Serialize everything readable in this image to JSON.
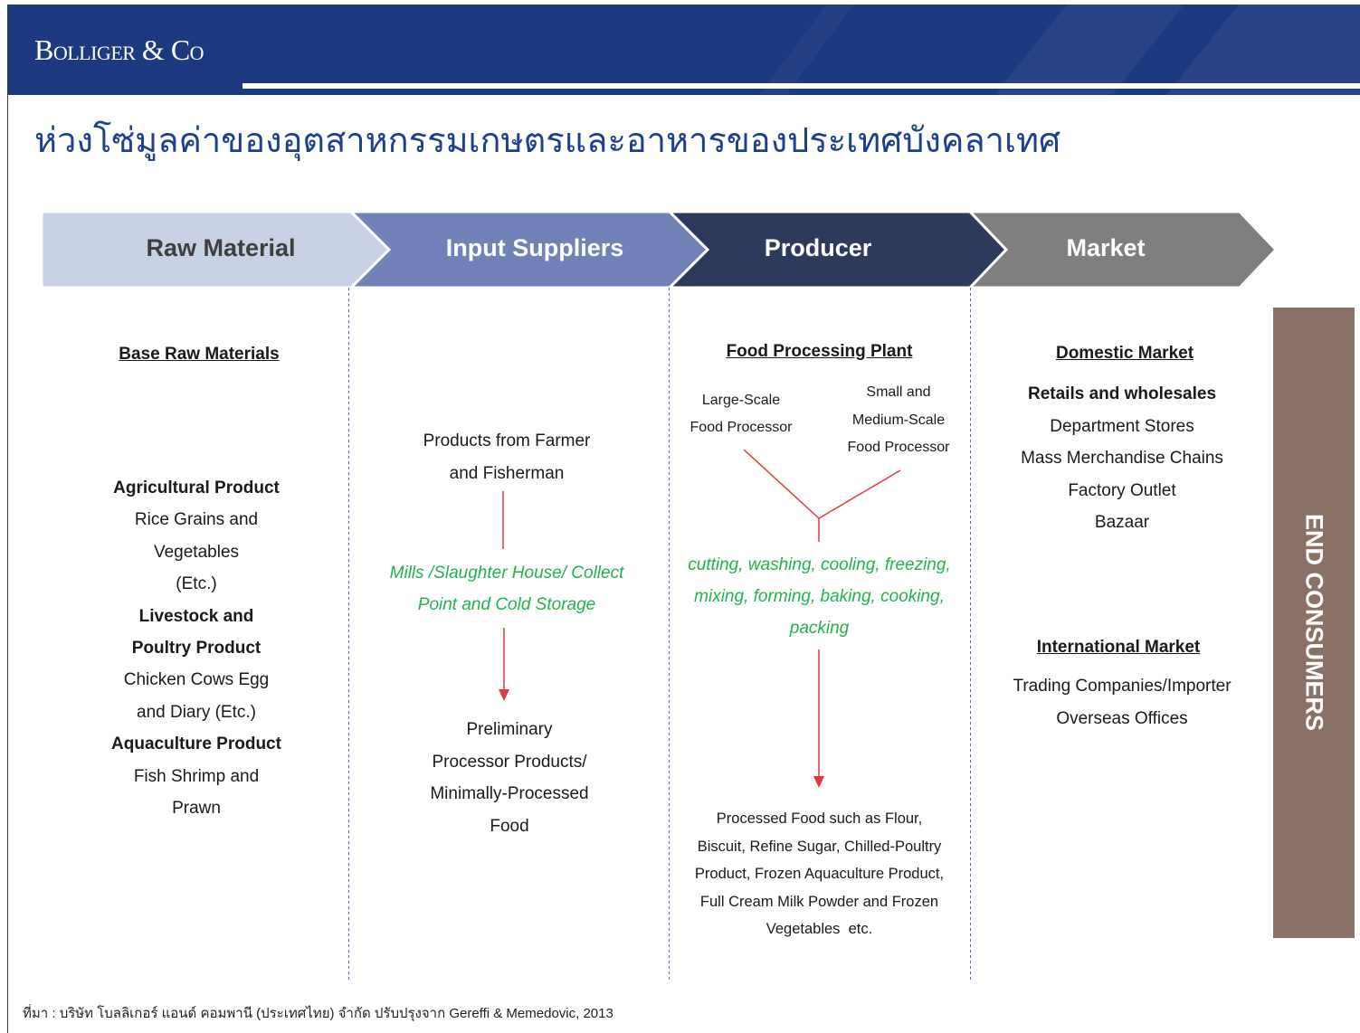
{
  "header": {
    "brand": "Bolliger & Co",
    "background": "#1c3a80"
  },
  "title": "ห่วงโซ่มูลค่าของอุตสาหกรรมเกษตรและอาหารของประเทศบังคลาเทศ",
  "colors": {
    "title": "#1e3f8e",
    "connector": "#e0393e",
    "process_text": "#23b14d",
    "divider": "#4a6fb5"
  },
  "stages": [
    {
      "label": "Raw Material",
      "fill": "#c8d1e6",
      "text_color": "#3f3f3f"
    },
    {
      "label": "Input Suppliers",
      "fill": "#7082b8",
      "text_color": "#ffffff"
    },
    {
      "label": "Producer",
      "fill": "#2e3a5d",
      "text_color": "#ffffff"
    },
    {
      "label": "Market",
      "fill": "#7f7f7f",
      "text_color": "#ffffff"
    }
  ],
  "raw_material": {
    "heading": "Base Raw Materials",
    "agricultural": {
      "title": "Agricultural Product",
      "lines": [
        "Rice Grains and",
        "Vegetables",
        "(Etc.)"
      ]
    },
    "livestock": {
      "title_lines": [
        "Livestock and",
        "Poultry Product"
      ],
      "lines": [
        "Chicken Cows Egg",
        "and Diary (Etc.)"
      ]
    },
    "aquaculture": {
      "title": "Aquaculture Product",
      "lines": [
        "Fish Shrimp and",
        "Prawn"
      ]
    }
  },
  "input_suppliers": {
    "source_lines": [
      "Products from Farmer",
      "and Fisherman"
    ],
    "process_lines": [
      "Mills /Slaughter House/ Collect",
      "Point and Cold Storage"
    ],
    "output_lines": [
      "Preliminary",
      "Processor Products/",
      "Minimally-Processed",
      "Food"
    ]
  },
  "producer": {
    "heading": "Food Processing Plant",
    "large_scale_lines": [
      "Large-Scale",
      "Food Processor"
    ],
    "small_scale_lines": [
      "Small and",
      "Medium-Scale",
      "Food Processor"
    ],
    "process_lines": [
      "cutting, washing, cooling, freezing,",
      "mixing, forming, baking, cooking,",
      "packing"
    ],
    "output_lines": [
      "Processed Food such as Flour,",
      "Biscuit, Refine Sugar, Chilled-Poultry",
      "Product, Frozen Aquaculture Product,",
      "Full Cream Milk Powder and Frozen",
      "Vegetables  etc."
    ]
  },
  "market": {
    "domestic": {
      "heading": "Domestic Market",
      "subheading": "Retails and wholesales",
      "items": [
        "Department Stores",
        "Mass Merchandise Chains",
        "Factory Outlet",
        "Bazaar"
      ]
    },
    "international": {
      "heading": "International Market",
      "items": [
        "Trading Companies/Importer",
        "Overseas Offices"
      ]
    }
  },
  "end_consumers": {
    "label": "END CONSUMERS",
    "fill": "#8b7066"
  },
  "source_note": "ที่มา : บริษัท โบลลิเกอร์ แอนด์ คอมพานี (ประเทศไทย) จำกัด ปรับปรุงจาก Gereffi & Memedovic, 2013"
}
